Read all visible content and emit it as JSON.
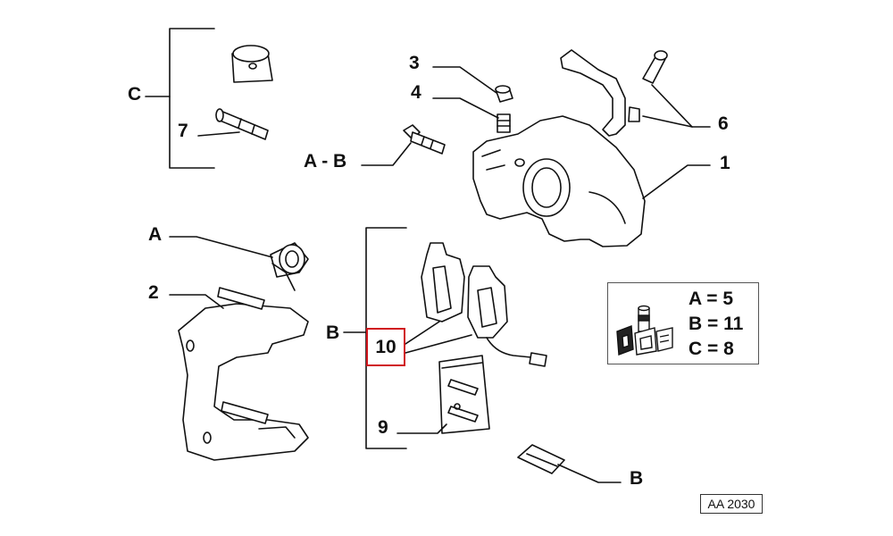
{
  "labels": {
    "c": "C",
    "seven": "7",
    "a": "A",
    "two": "2",
    "three": "3",
    "four": "4",
    "ab": "A - B",
    "six": "6",
    "one": "1",
    "b_group": "B",
    "ten": "10",
    "nine": "9",
    "b_clip": "B"
  },
  "legend": {
    "a": "A = 5",
    "b": "B = 11",
    "c": "C = 8",
    "icon": "tools-icon"
  },
  "code": "AA 2030",
  "colors": {
    "highlight": "#d0161d",
    "line": "#111111"
  }
}
